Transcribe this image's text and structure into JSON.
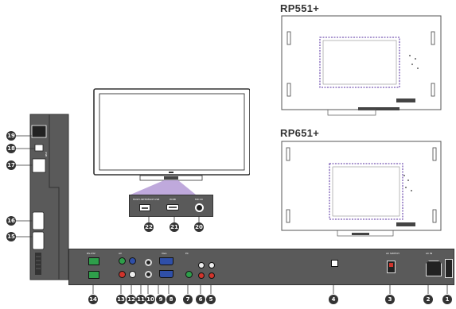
{
  "models": {
    "top_model": "RP551+",
    "bottom_model": "RP651+"
  },
  "badges": {
    "b1": "1",
    "b2": "2",
    "b3": "3",
    "b4": "4",
    "b5": "5",
    "b6": "6",
    "b7": "7",
    "b8": "8",
    "b9": "9",
    "b10": "10",
    "b11": "11",
    "b12": "12",
    "b13": "13",
    "b14": "14",
    "b15": "15",
    "b16": "16",
    "b17": "17",
    "b18": "18",
    "b19": "19",
    "b20": "20",
    "b21": "21",
    "b22": "22"
  },
  "panel_labels": {
    "side_usb": "USB",
    "pc_label": "PC",
    "hdmi_label": "HDMI",
    "mic_label": "MIC IN",
    "usb_label": "MULTI-INTERFACE USB",
    "vga_label": "VGA",
    "av_label": "AV",
    "rs232_label": "RS-232",
    "ac_switch_label": "AC SWITCH",
    "ac_in_label": "AC IN"
  },
  "colors": {
    "panel": "#5a5a5a",
    "panel_dark": "#3c3c3c",
    "purple_highlight": "#b49ad6",
    "vesa_dash": "#7a5bb5",
    "green_port": "#2e9e4a",
    "red_port": "#d0342c",
    "blue_port": "#2f4fa8"
  }
}
